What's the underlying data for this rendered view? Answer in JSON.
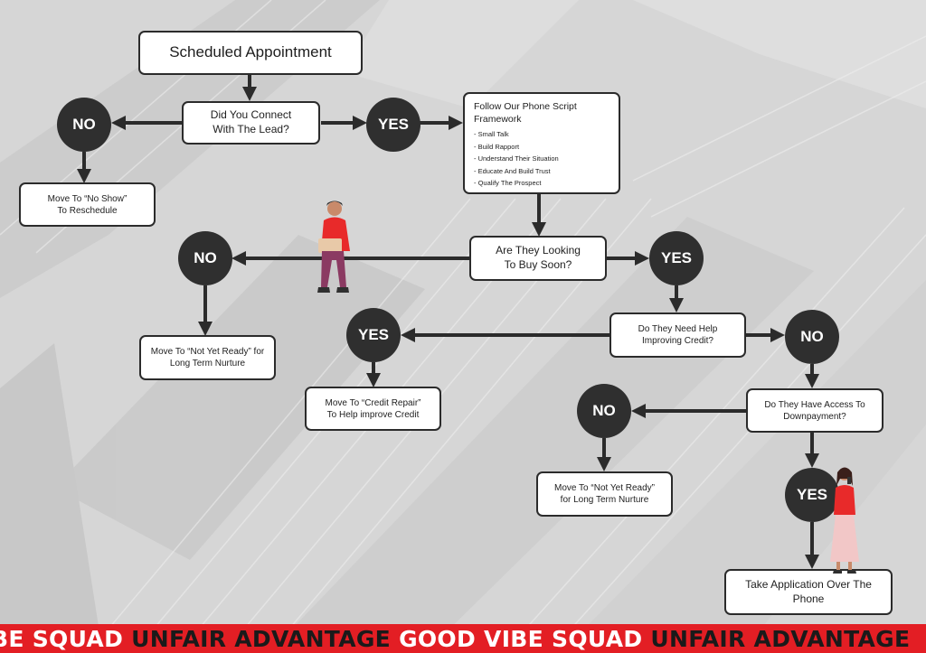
{
  "colors": {
    "box_border": "#2b2b2b",
    "circle_fill": "#2f2f2f",
    "arrow": "#2b2b2b",
    "banner_red": "#e31e24",
    "background": "#d9d9d9"
  },
  "nodes": {
    "scheduled": "Scheduled Appointment",
    "connect": [
      "Did You Connect",
      "With The Lead?"
    ],
    "no_show": [
      "Move  To  “No  Show”",
      "To Reschedule"
    ],
    "script_title": [
      "Follow Our Phone Script",
      "Framework"
    ],
    "script_items": [
      "- Small Talk",
      "- Build Rapport",
      "- Understand Their Situation",
      "- Educate And Build Trust",
      "- Qualify The Prospect"
    ],
    "buy_soon": [
      "Are  They  Looking",
      "To Buy Soon?"
    ],
    "not_ready_1": [
      "Move To “Not Yet Ready” for",
      "Long Term Nurture"
    ],
    "need_credit": [
      "Do  They  Need  Help",
      "Improving Credit?"
    ],
    "credit_repair": [
      "Move To “Credit Repair”",
      "To Help improve Credit"
    ],
    "downpayment": [
      "Do They Have Access To",
      "Downpayment?"
    ],
    "not_ready_2": [
      "Move To “Not Yet Ready”",
      "for Long Term Nurture"
    ],
    "application": [
      "Take Application Over The",
      "Phone"
    ]
  },
  "circles": {
    "no_1": "NO",
    "yes_1": "YES",
    "no_2": "NO",
    "yes_2": "YES",
    "yes_3": "YES",
    "no_3": "NO",
    "no_4": "NO",
    "yes_4": "YES"
  },
  "banner": {
    "segments": [
      {
        "text": "BE SQUAD ",
        "color": "white"
      },
      {
        "text": "UNFAIR ADVANTAGE ",
        "color": "black"
      },
      {
        "text": "GOOD VIBE SQUAD ",
        "color": "white"
      },
      {
        "text": "UNFAIR ADVANTAGE",
        "color": "black"
      }
    ]
  }
}
